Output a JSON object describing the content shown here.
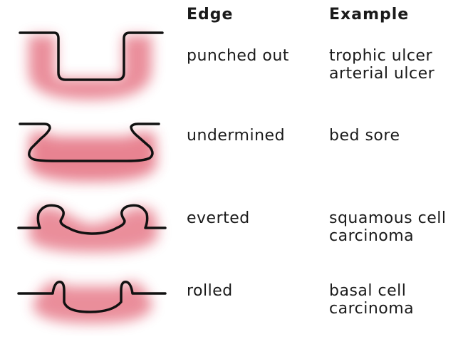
{
  "headers": {
    "edge": "Edge",
    "example": "Example"
  },
  "rows": [
    {
      "edge": "punched out",
      "examples": [
        "trophic ulcer",
        "arterial ulcer"
      ],
      "icon": "punched-out-ulcer-icon"
    },
    {
      "edge": "undermined",
      "examples": [
        "bed sore"
      ],
      "icon": "undermined-ulcer-icon"
    },
    {
      "edge": "everted",
      "examples": [
        "squamous cell",
        "carcinoma"
      ],
      "icon": "everted-ulcer-icon"
    },
    {
      "edge": "rolled",
      "examples": [
        "basal cell",
        "carcinoma"
      ],
      "icon": "rolled-ulcer-icon"
    }
  ],
  "colors": {
    "outline": "#111111",
    "inflammation": "#d9304a"
  }
}
